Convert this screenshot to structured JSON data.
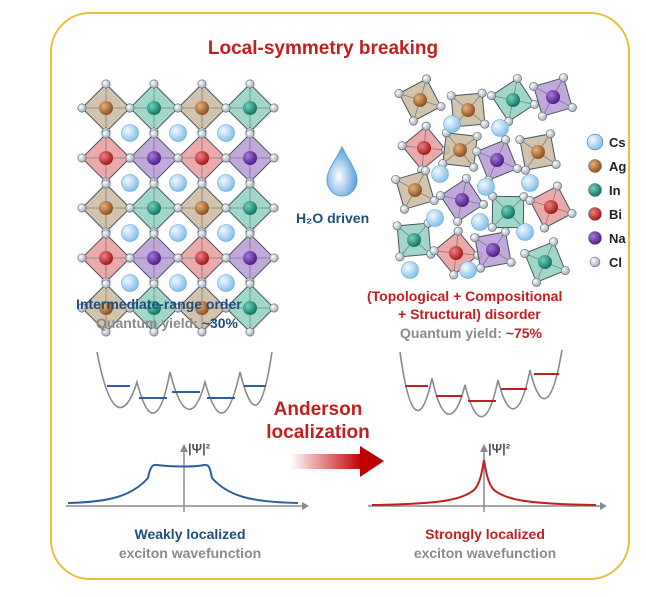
{
  "title": "Local-symmetry breaking",
  "driver": {
    "label": "H₂O driven"
  },
  "left": {
    "order": "Intermediate-range order",
    "qy_label": "Quantum  yield: ",
    "qy_value": "~30%",
    "wf_title": "Weakly localized",
    "wf_sub": "exciton wavefunction"
  },
  "right": {
    "disorder_1": "(Topological + Compositional",
    "disorder_2": "+ Structural) disorder",
    "qy_label": "Quantum yield: ",
    "qy_value": "~75%",
    "wf_title": "Strongly localized",
    "wf_sub": "exciton wavefunction"
  },
  "center": {
    "line1": "Anderson",
    "line2": "localization"
  },
  "psi_label": "|Ψ|²",
  "legend": [
    {
      "label": "Cs",
      "color": "#a9d4f2"
    },
    {
      "label": "Ag",
      "color": "#b5692d"
    },
    {
      "label": "In",
      "color": "#1f9a83"
    },
    {
      "label": "Bi",
      "color": "#d42d2d"
    },
    {
      "label": "Na",
      "color": "#6a2aa6"
    },
    {
      "label": "Cl",
      "color": "#c9d2dc"
    }
  ],
  "colors": {
    "frame": "#e9be3c",
    "title_red": "#c21f1f",
    "blue": "#1f4e7a",
    "oct_green": "#8fd0bf",
    "oct_brown": "#c9b89e",
    "oct_red": "#e89a9a",
    "oct_purple": "#b79ad6"
  }
}
